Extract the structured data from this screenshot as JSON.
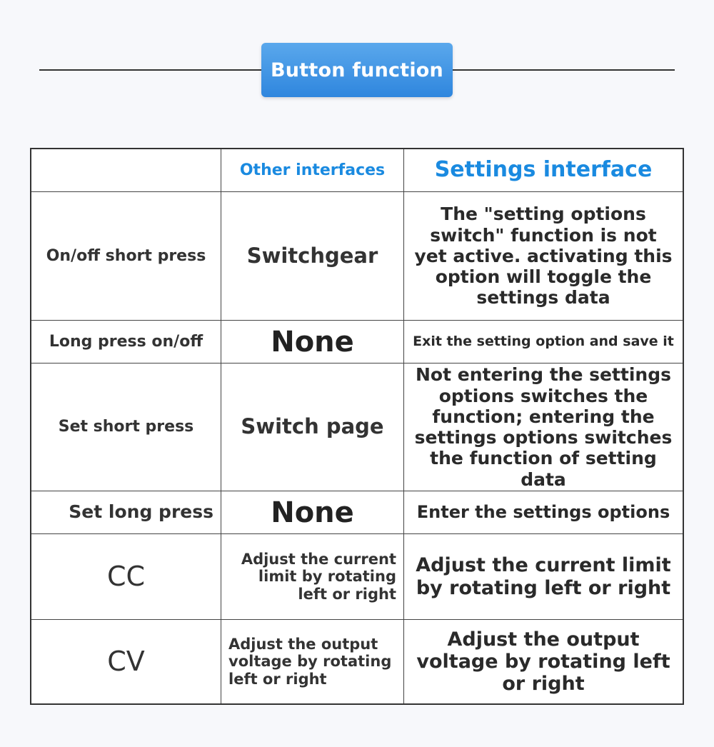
{
  "header": {
    "title": "Button function"
  },
  "table": {
    "columns": [
      "",
      "Other interfaces",
      "Settings interface"
    ],
    "rows": [
      {
        "action": "On/off short press",
        "other": "Switchgear",
        "settings": "The \"setting options switch\" function is not yet active. activating this option will toggle the settings data"
      },
      {
        "action": "Long press on/off",
        "other": "None",
        "settings": "Exit the setting option and save it"
      },
      {
        "action": "Set short press",
        "other": "Switch page",
        "settings": "Not entering the settings options switches the function; entering the settings options switches the function of setting data"
      },
      {
        "action": "Set long press",
        "other": "None",
        "settings": "Enter the settings options"
      },
      {
        "action": "CC",
        "other": "Adjust the current limit by rotating left or right",
        "settings": "Adjust the current limit by rotating left or right"
      },
      {
        "action": "CV",
        "other": "Adjust the output voltage by rotating left or right",
        "settings": "Adjust the output voltage by rotating left or right"
      }
    ]
  },
  "colors": {
    "accent": "#1a8ae0",
    "badge_top": "#5aa8ec",
    "badge_bottom": "#2f86de",
    "border": "#333333"
  }
}
